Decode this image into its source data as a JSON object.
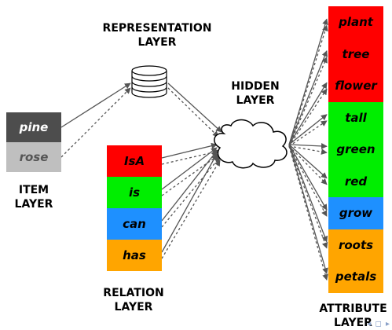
{
  "layers": {
    "representation": "REPRESENTATION\nLAYER",
    "hidden": "HIDDEN\nLAYER",
    "item": "ITEM\nLAYER",
    "relation": "RELATION\nLAYER",
    "attribute": "ATTRIBUTE\nLAYER"
  },
  "items": [
    {
      "text": "pine",
      "color": "#4d4d4d",
      "text_color": "#ffffff"
    },
    {
      "text": "rose",
      "color": "#bfbfbf",
      "text_color": "#555555"
    }
  ],
  "relations": [
    {
      "text": "IsA",
      "color": "#ff0000"
    },
    {
      "text": "is",
      "color": "#00ee00"
    },
    {
      "text": "can",
      "color": "#1e90ff"
    },
    {
      "text": "has",
      "color": "#ffa500"
    }
  ],
  "attributes": [
    {
      "text": "plant",
      "color": "#ff0000"
    },
    {
      "text": "tree",
      "color": "#ff0000"
    },
    {
      "text": "flower",
      "color": "#ff0000"
    },
    {
      "text": "tall",
      "color": "#00ee00"
    },
    {
      "text": "green",
      "color": "#00ee00"
    },
    {
      "text": "red",
      "color": "#00ee00"
    },
    {
      "text": "grow",
      "color": "#1e90ff"
    },
    {
      "text": "roots",
      "color": "#ffa500"
    },
    {
      "text": "petals",
      "color": "#ffa500"
    }
  ],
  "nav_glyphs": "◂ ◻ ▸"
}
